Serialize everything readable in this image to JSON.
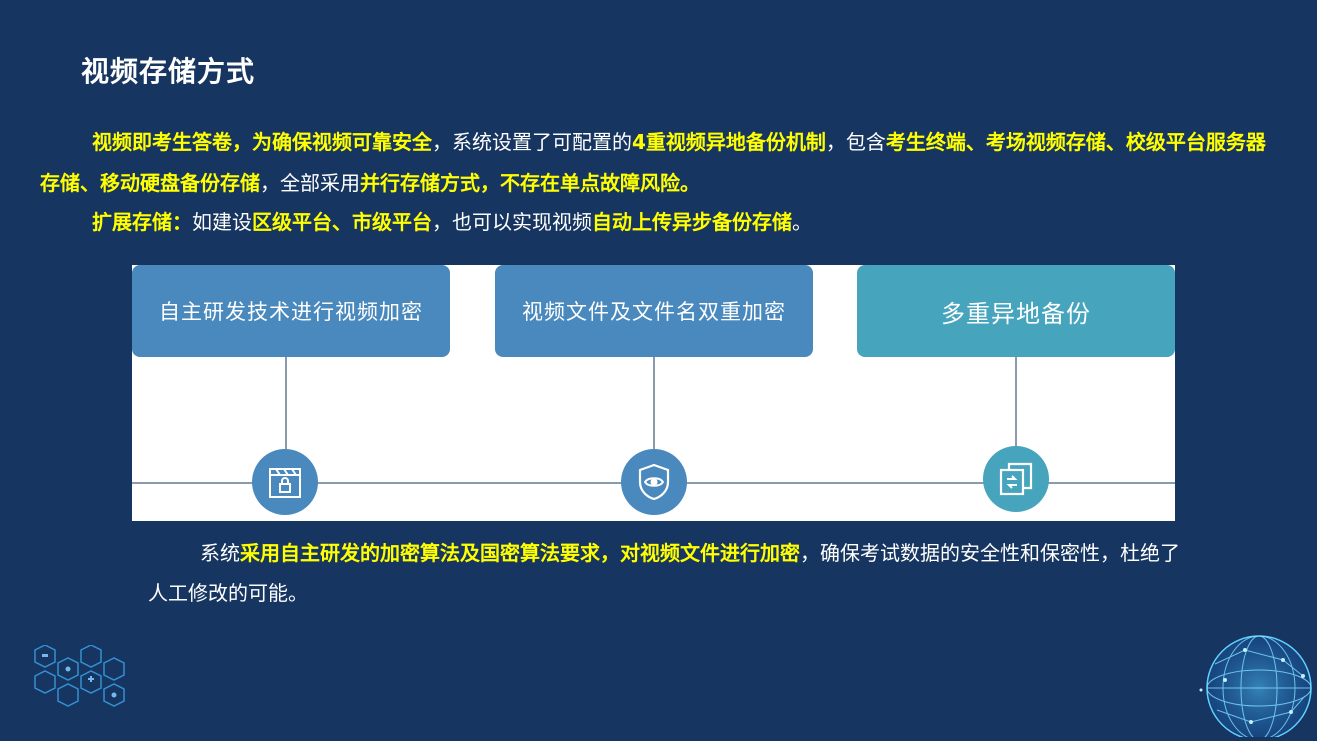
{
  "title": "视频存储方式",
  "para1": {
    "s1": "视频即考生答卷，为确保视频可靠安全",
    "s2": "，系统设置了可配置的",
    "s3": "4重视频异地备份机制",
    "s4": "，包含",
    "s5": "考生终端、考场视频存储、校级平台服务器存储、移动硬盘备份存储",
    "s6": "，全部采用",
    "s7": "并行存储方式，不存在单点故障风险。"
  },
  "para2": {
    "s1": "扩展存储：",
    "s2": "如建设",
    "s3": "区级平台、市级平台",
    "s4": "，也可以实现视频",
    "s5": "自动上传异步备份存储",
    "s6": "。"
  },
  "boxes": [
    {
      "label": "自主研发技术进行视频加密",
      "icon": "clapper-lock-icon"
    },
    {
      "label": "视频文件及文件名双重加密",
      "icon": "shield-eye-icon"
    },
    {
      "label": "多重异地备份",
      "icon": "sync-copy-icon"
    }
  ],
  "para3": {
    "s1": "系统",
    "s2": "采用自主研发的加密算法及国密算法要求，对视频文件进行加密",
    "s3": "，确保考试数据的安全性和保密性，杜绝了人工修改的可能。"
  },
  "colors": {
    "background": "#163560",
    "highlight": "#ffff00",
    "box_blue": "#4a89bd",
    "box_teal": "#46a4bd"
  }
}
